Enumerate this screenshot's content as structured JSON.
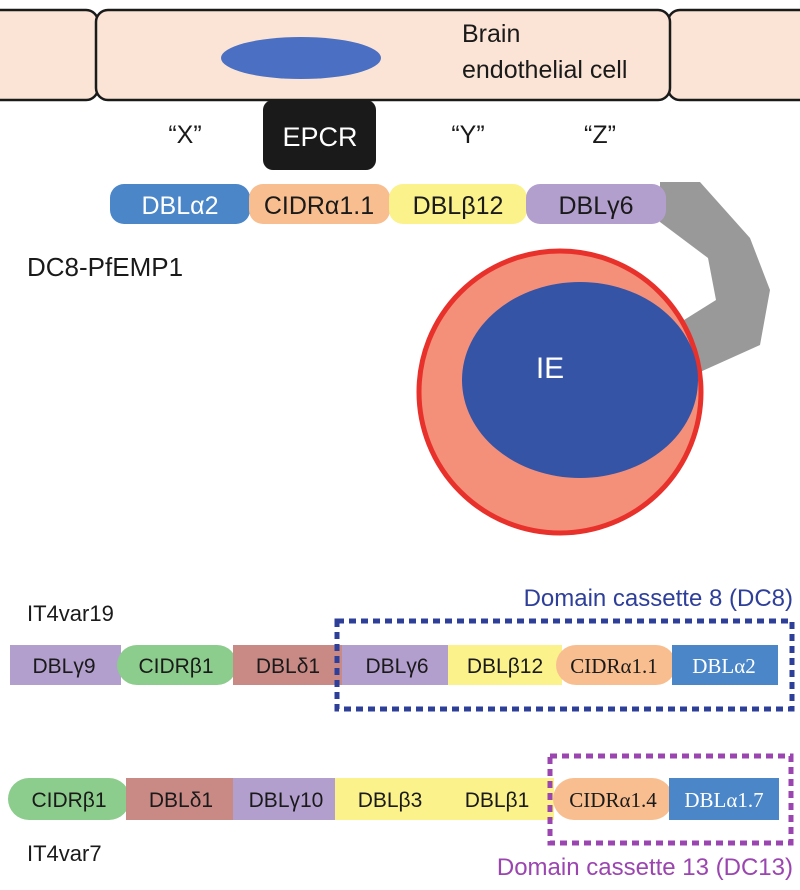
{
  "cell": {
    "label_line1": "Brain",
    "label_line2": "endothelial cell",
    "fill": "#fbe4d5",
    "nucleus_color": "#4a6fc3"
  },
  "positions_labels": {
    "x": "“X”",
    "y": "“Y”",
    "z": "“Z”"
  },
  "epcr": {
    "label": "EPCR",
    "color": "#1a1a1a"
  },
  "dc8_protein": {
    "name": "DC8-PfEMP1",
    "domains": [
      {
        "label": "DBLα2",
        "color": "#4a86c8",
        "text_color": "#ffffff"
      },
      {
        "label": "CIDRα1.1",
        "color": "#f8be8f",
        "text_color": "#1a1a1a"
      },
      {
        "label": "DBLβ12",
        "color": "#fbf28c",
        "text_color": "#1a1a1a"
      },
      {
        "label": "DBLγ6",
        "color": "#b39fce",
        "text_color": "#1a1a1a"
      }
    ],
    "tail_color": "#999999"
  },
  "ie": {
    "label": "IE",
    "outer_color": "#f4907a",
    "ring_color": "#e8312b",
    "inner_color": "#3554a6"
  },
  "it4var19": {
    "name": "IT4var19",
    "box_label": "Domain cassette 8 (DC8)",
    "box_color": "#2e3f9a",
    "domains": [
      {
        "label": "DBLγ9",
        "color": "#b39fce",
        "text_color": "#1a1a1a"
      },
      {
        "label": "CIDRβ1",
        "color": "#8ccc8c",
        "text_color": "#1a1a1a"
      },
      {
        "label": "DBLδ1",
        "color": "#c98a86",
        "text_color": "#1a1a1a"
      },
      {
        "label": "DBLγ6",
        "color": "#b39fce",
        "text_color": "#1a1a1a"
      },
      {
        "label": "DBLβ12",
        "color": "#fbf28c",
        "text_color": "#1a1a1a"
      },
      {
        "label": "CIDRα1.1",
        "color": "#f8be8f",
        "text_color": "#1a1a1a"
      },
      {
        "label": "DBLα2",
        "color": "#4a86c8",
        "text_color": "#ffffff"
      }
    ]
  },
  "it4var7": {
    "name": "IT4var7",
    "box_label": "Domain cassette 13 (DC13)",
    "box_color": "#9b45b0",
    "domains": [
      {
        "label": "CIDRβ1",
        "color": "#8ccc8c",
        "text_color": "#1a1a1a"
      },
      {
        "label": "DBLδ1",
        "color": "#c98a86",
        "text_color": "#1a1a1a"
      },
      {
        "label": "DBLγ10",
        "color": "#b39fce",
        "text_color": "#1a1a1a"
      },
      {
        "label": "DBLβ3",
        "color": "#fbf28c",
        "text_color": "#1a1a1a"
      },
      {
        "label": "DBLβ1",
        "color": "#fbf28c",
        "text_color": "#1a1a1a"
      },
      {
        "label": "CIDRα1.4",
        "color": "#f8be8f",
        "text_color": "#1a1a1a"
      },
      {
        "label": "DBLα1.7",
        "color": "#4a86c8",
        "text_color": "#ffffff"
      }
    ]
  }
}
